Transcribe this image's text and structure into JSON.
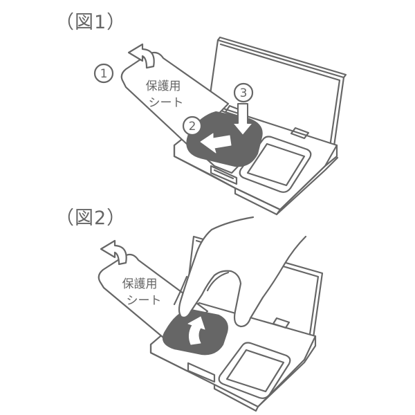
{
  "figures": [
    {
      "title": "（図1）",
      "sheet_label_line1": "保護用",
      "sheet_label_line2": "シート",
      "steps": [
        "①",
        "②",
        "③"
      ]
    },
    {
      "title": "（図2）",
      "sheet_label_line1": "保護用",
      "sheet_label_line2": "シート"
    }
  ],
  "colors": {
    "line": "#666666",
    "fill_dark": "#666666",
    "background": "#ffffff"
  }
}
